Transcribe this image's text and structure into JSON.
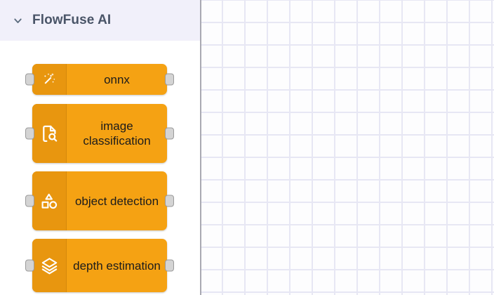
{
  "sidebar": {
    "header": {
      "chevron_icon": "chevron-down-icon",
      "title": "FlowFuse AI"
    },
    "palette_nodes": [
      {
        "label": "onnx",
        "icon": "magic-wand-icon",
        "input_port": "input-port",
        "output_port": "output-port"
      },
      {
        "label": "image classification",
        "icon": "document-search-icon",
        "input_port": "input-port",
        "output_port": "output-port"
      },
      {
        "label": "object detection",
        "icon": "shapes-icon",
        "input_port": "input-port",
        "output_port": "output-port"
      },
      {
        "label": "depth estimation",
        "icon": "layers-icon",
        "input_port": "input-port",
        "output_port": "output-port"
      }
    ]
  },
  "canvas": {
    "name": "flow-canvas"
  },
  "colors": {
    "node_body": "#f5a213",
    "node_icon_zone": "#e8960f",
    "header_background": "#f1f0fa",
    "header_text": "#4a5568",
    "grid_line": "#e7e7f4",
    "canvas_background": "#fdfdfe",
    "port_fill": "#d4d4d4",
    "port_border": "#9a9a9a"
  }
}
